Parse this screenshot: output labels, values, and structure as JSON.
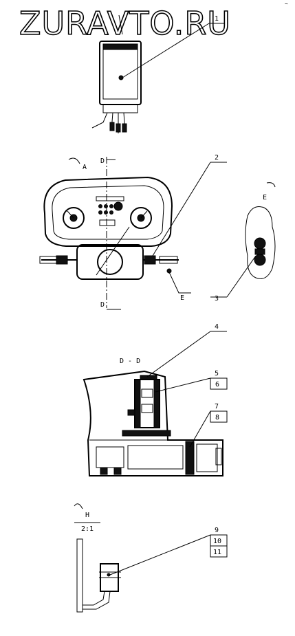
{
  "watermark": "ZURAVTO.RU",
  "views": {
    "section_d": "D - D",
    "view_h": "H",
    "view_h_scale": "2:1",
    "view_e_mark": "E",
    "view_a_mark": "A",
    "section_marker": "D"
  },
  "callouts": [
    "1",
    "2",
    "3",
    "4",
    "5",
    "6",
    "7",
    "8",
    "9",
    "10",
    "11"
  ],
  "corner_mark": "~"
}
